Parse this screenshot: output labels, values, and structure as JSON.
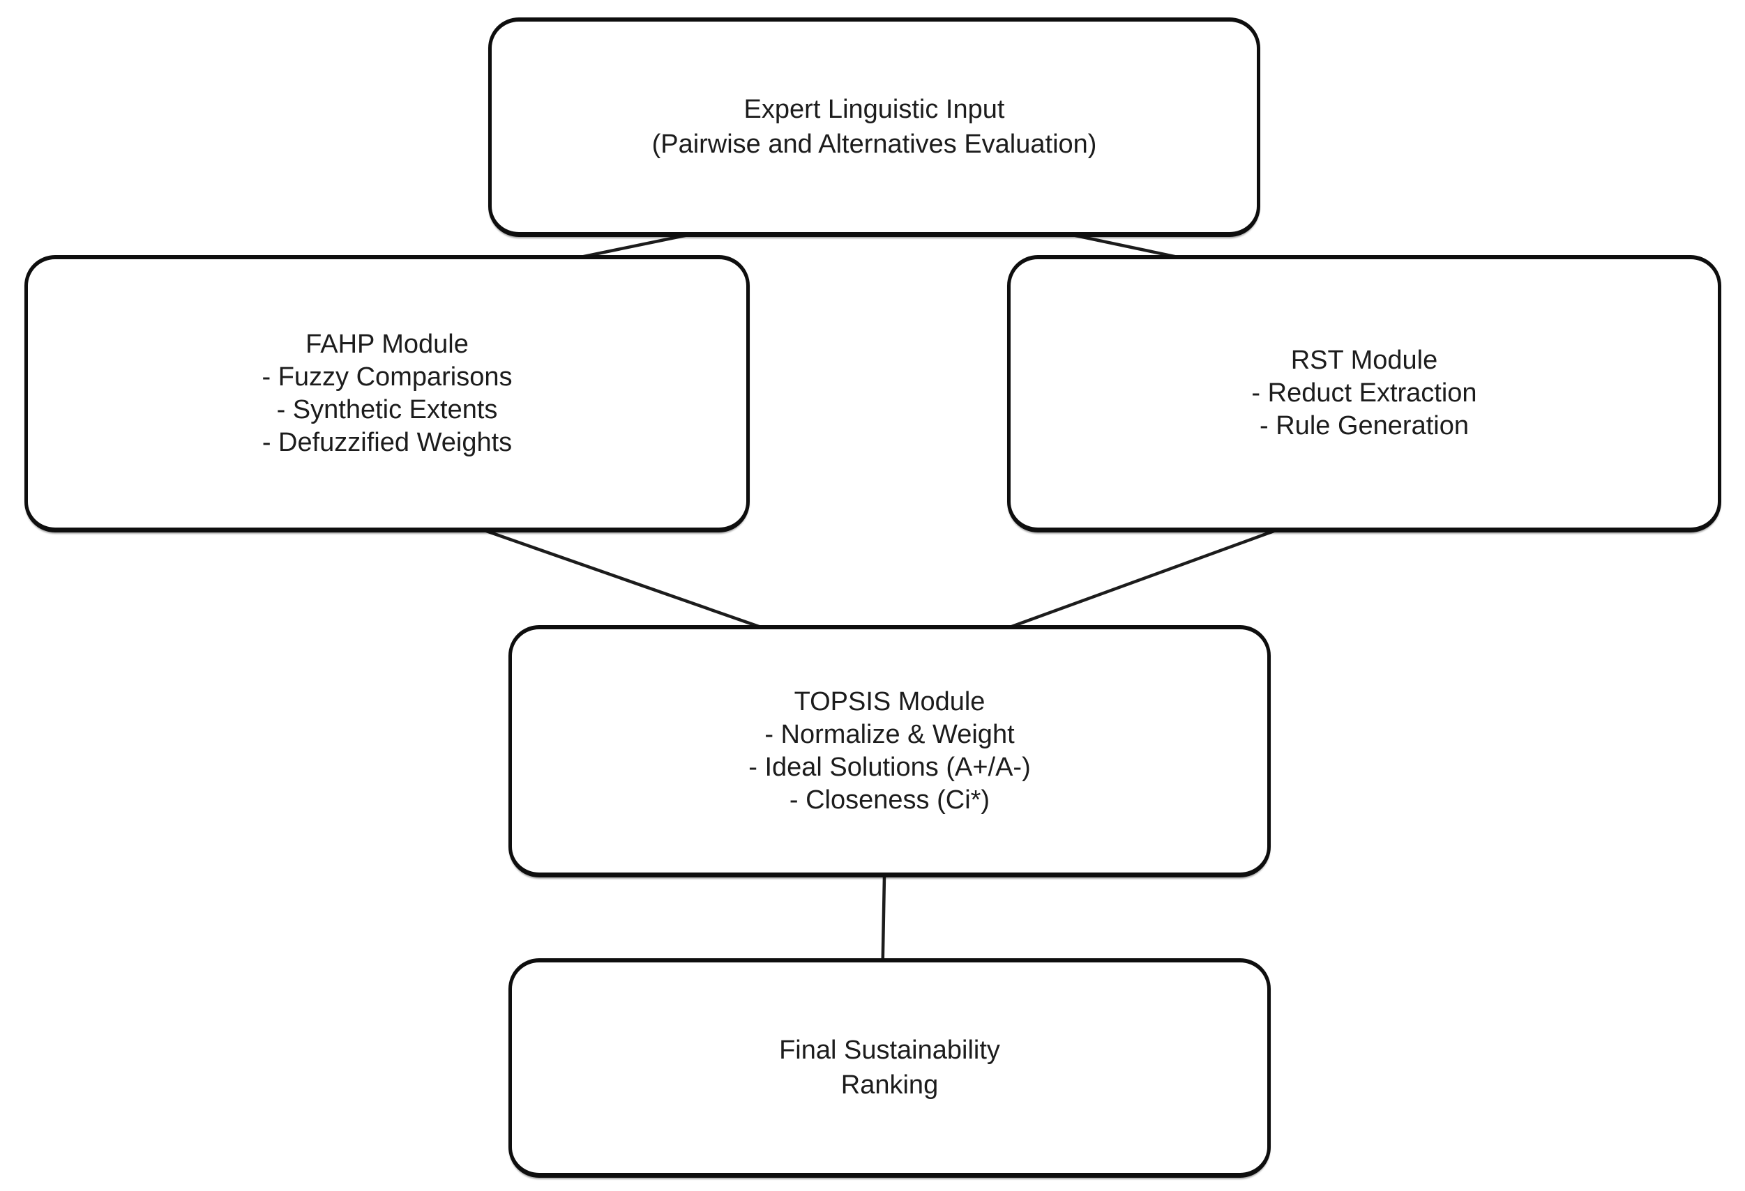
{
  "figure": {
    "background_color": "#ffffff",
    "stroke_color": "#1c1c1c",
    "kind": "flowchart"
  },
  "nodes": {
    "expert_input": {
      "lines": [
        "Expert Linguistic Input",
        "(Pairwise and Alternatives Evaluation)"
      ]
    },
    "fahp": {
      "lines": [
        "FAHP Module",
        "- Fuzzy Comparisons",
        "- Synthetic Extents",
        "- Defuzzified Weights"
      ]
    },
    "rst": {
      "lines": [
        "RST Module",
        "- Reduct Extraction",
        "- Rule Generation"
      ]
    },
    "topsis": {
      "lines": [
        "TOPSIS Module",
        "- Normalize & Weight",
        "- Ideal Solutions (A+/A-)",
        "- Closeness (Ci*)"
      ]
    },
    "final_ranking": {
      "lines": [
        "Final Sustainability",
        "Ranking"
      ]
    }
  },
  "edges": [
    {
      "from": "expert_input",
      "to": "fahp"
    },
    {
      "from": "expert_input",
      "to": "rst"
    },
    {
      "from": "fahp",
      "to": "topsis"
    },
    {
      "from": "rst",
      "to": "topsis"
    },
    {
      "from": "topsis",
      "to": "final_ranking"
    }
  ]
}
